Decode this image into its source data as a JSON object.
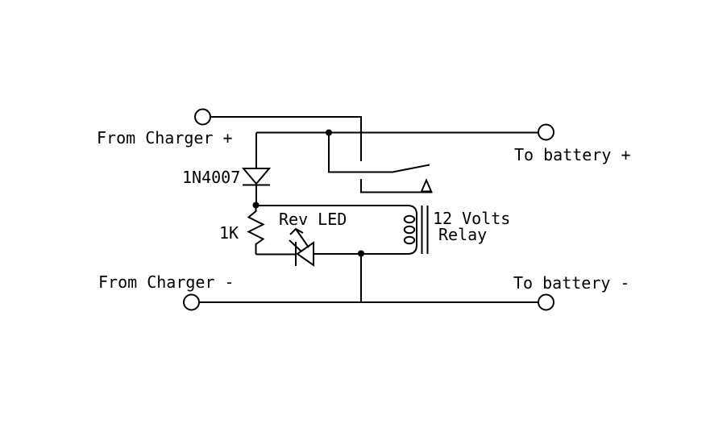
{
  "labels": {
    "from_charger_plus": "From Charger +",
    "to_battery_plus": "To battery +",
    "from_charger_minus": "From Charger -",
    "to_battery_minus": "To battery -",
    "diode": "1N4007",
    "resistor": "1K",
    "led": "Rev LED",
    "relay_line1": "12 Volts",
    "relay_line2": "Relay"
  },
  "colors": {
    "background": "#ffffff",
    "line": "#000000",
    "text": "#000000"
  }
}
